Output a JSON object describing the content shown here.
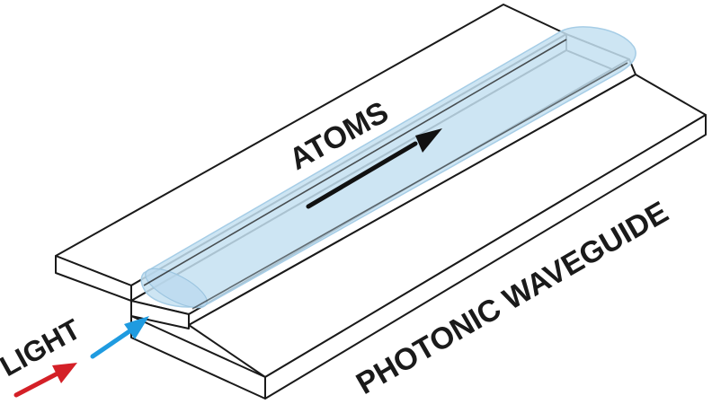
{
  "labels": {
    "atoms": "ATOMS",
    "light": "LIGHT",
    "photonic_waveguide": "PHOTONIC WAVEGUIDE"
  },
  "colors": {
    "outline": "#1a1a1a",
    "surface": "#ffffff",
    "atom_cloud_fill": "#c4e0f1",
    "atom_cloud_edge": "#a6cde6",
    "red_arrow": "#d42027",
    "blue_arrow": "#1f9be0",
    "black_arrow": "#111111"
  },
  "icons": {
    "atoms_direction": "arrow-right-up-icon",
    "light_red": "arrow-red-icon",
    "light_blue": "arrow-blue-icon"
  }
}
